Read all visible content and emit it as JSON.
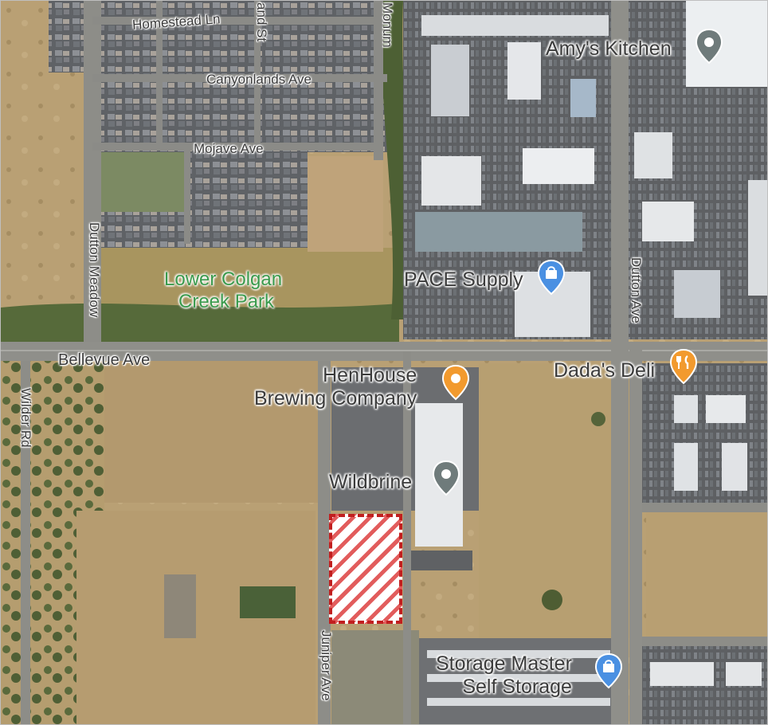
{
  "map": {
    "colors": {
      "field": "#b79f72",
      "road": "#8c8c86",
      "roof": "#e8eaec",
      "park_label": "#3a9a4c",
      "site_border": "#c11f1f",
      "pin_gray": "#6f7b7b",
      "pin_orange": "#f29a2e",
      "pin_blue": "#4a90e2"
    },
    "streets": {
      "homestead": "Homestead Ln",
      "canyonlands": "Canyonlands Ave",
      "mojave": "Mojave Ave",
      "dutton_meadow": "Dutton Meadow",
      "bellevue": "Bellevue Ave",
      "wilder": "Wilder Rd",
      "juniper": "Juniper Ave",
      "dutton_ave": "Dutton Ave",
      "monument_partial": "Monum",
      "land_st_partial": "and St"
    },
    "park": {
      "line1": "Lower Colgan",
      "line2": "Creek Park"
    },
    "places": [
      {
        "id": "amys",
        "name": "Amy's Kitchen",
        "icon": "location-pin-icon"
      },
      {
        "id": "pace",
        "name": "PACE Supply",
        "icon": "shopping-bag-pin-icon"
      },
      {
        "id": "henhouse",
        "name_line1": "HenHouse",
        "name_line2": "Brewing Company",
        "icon": "restaurant-pin-icon"
      },
      {
        "id": "dada",
        "name": "Dada's Deli",
        "icon": "restaurant-pin-icon"
      },
      {
        "id": "wildbrine",
        "name": "Wildbrine",
        "icon": "location-pin-icon"
      },
      {
        "id": "storage",
        "name_line1": "Storage Master",
        "name_line2": "Self Storage",
        "icon": "shopping-bag-pin-icon"
      }
    ],
    "site_marker": "hatched-site-outline"
  }
}
